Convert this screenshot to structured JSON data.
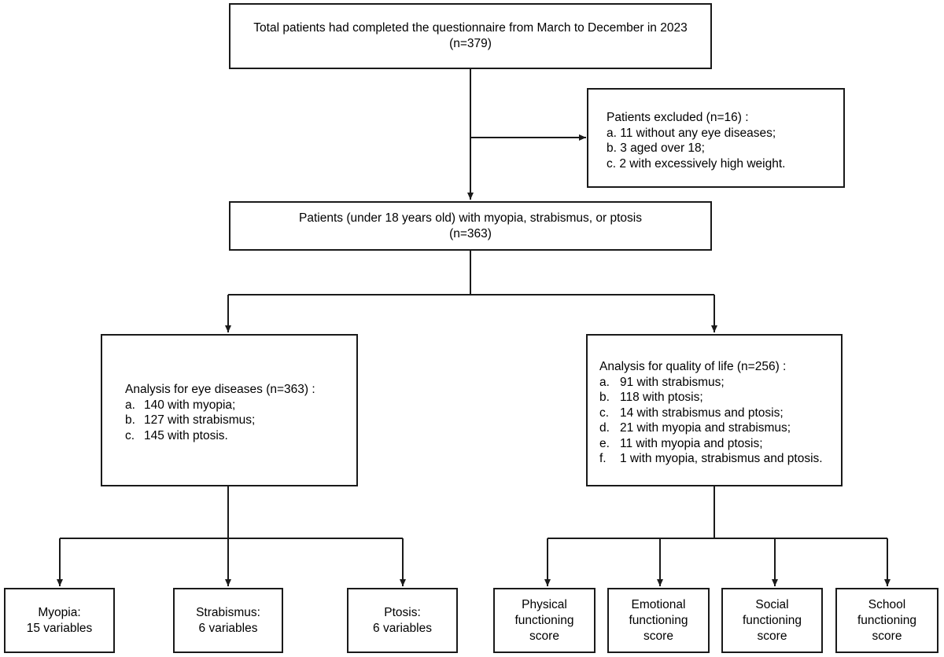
{
  "top": {
    "line1": "Total patients had completed the questionnaire from March to December in 2023",
    "line2": "(n=379)"
  },
  "excluded": {
    "title": "Patients excluded (n=16) :",
    "items": [
      {
        "key": "a.",
        "text": "11 without any eye diseases;"
      },
      {
        "key": "b.",
        "text": "3 aged over 18;"
      },
      {
        "key": "c.",
        "text": "2 with excessively high weight."
      }
    ]
  },
  "patients": {
    "line1": "Patients (under 18 years old) with myopia, strabismus, or ptosis",
    "line2": "(n=363)"
  },
  "eye": {
    "title": "Analysis for eye diseases (n=363) :",
    "items": [
      {
        "key": "a.",
        "text": "140 with myopia;"
      },
      {
        "key": "b.",
        "text": "127 with strabismus;"
      },
      {
        "key": "c.",
        "text": "145 with ptosis."
      }
    ]
  },
  "qol": {
    "title": "Analysis for quality of life (n=256) :",
    "items": [
      {
        "key": "a.",
        "text": "91 with strabismus;"
      },
      {
        "key": "b.",
        "text": "118 with ptosis;"
      },
      {
        "key": "c.",
        "text": "14 with strabismus and ptosis;"
      },
      {
        "key": "d.",
        "text": "21 with myopia and strabismus;"
      },
      {
        "key": "e.",
        "text": "11 with myopia and ptosis;"
      },
      {
        "key": "f.",
        "text": "1 with myopia, strabismus and ptosis."
      }
    ]
  },
  "leaves": {
    "myopia": [
      "Myopia:",
      "15 variables"
    ],
    "strabismus": [
      "Strabismus:",
      "6 variables"
    ],
    "ptosis": [
      "Ptosis:",
      "6 variables"
    ],
    "physical": [
      "Physical",
      "functioning",
      "score"
    ],
    "emotional": [
      "Emotional",
      "functioning",
      "score"
    ],
    "social": [
      "Social",
      "functioning",
      "score"
    ],
    "school": [
      "School",
      "functioning",
      "score"
    ]
  }
}
